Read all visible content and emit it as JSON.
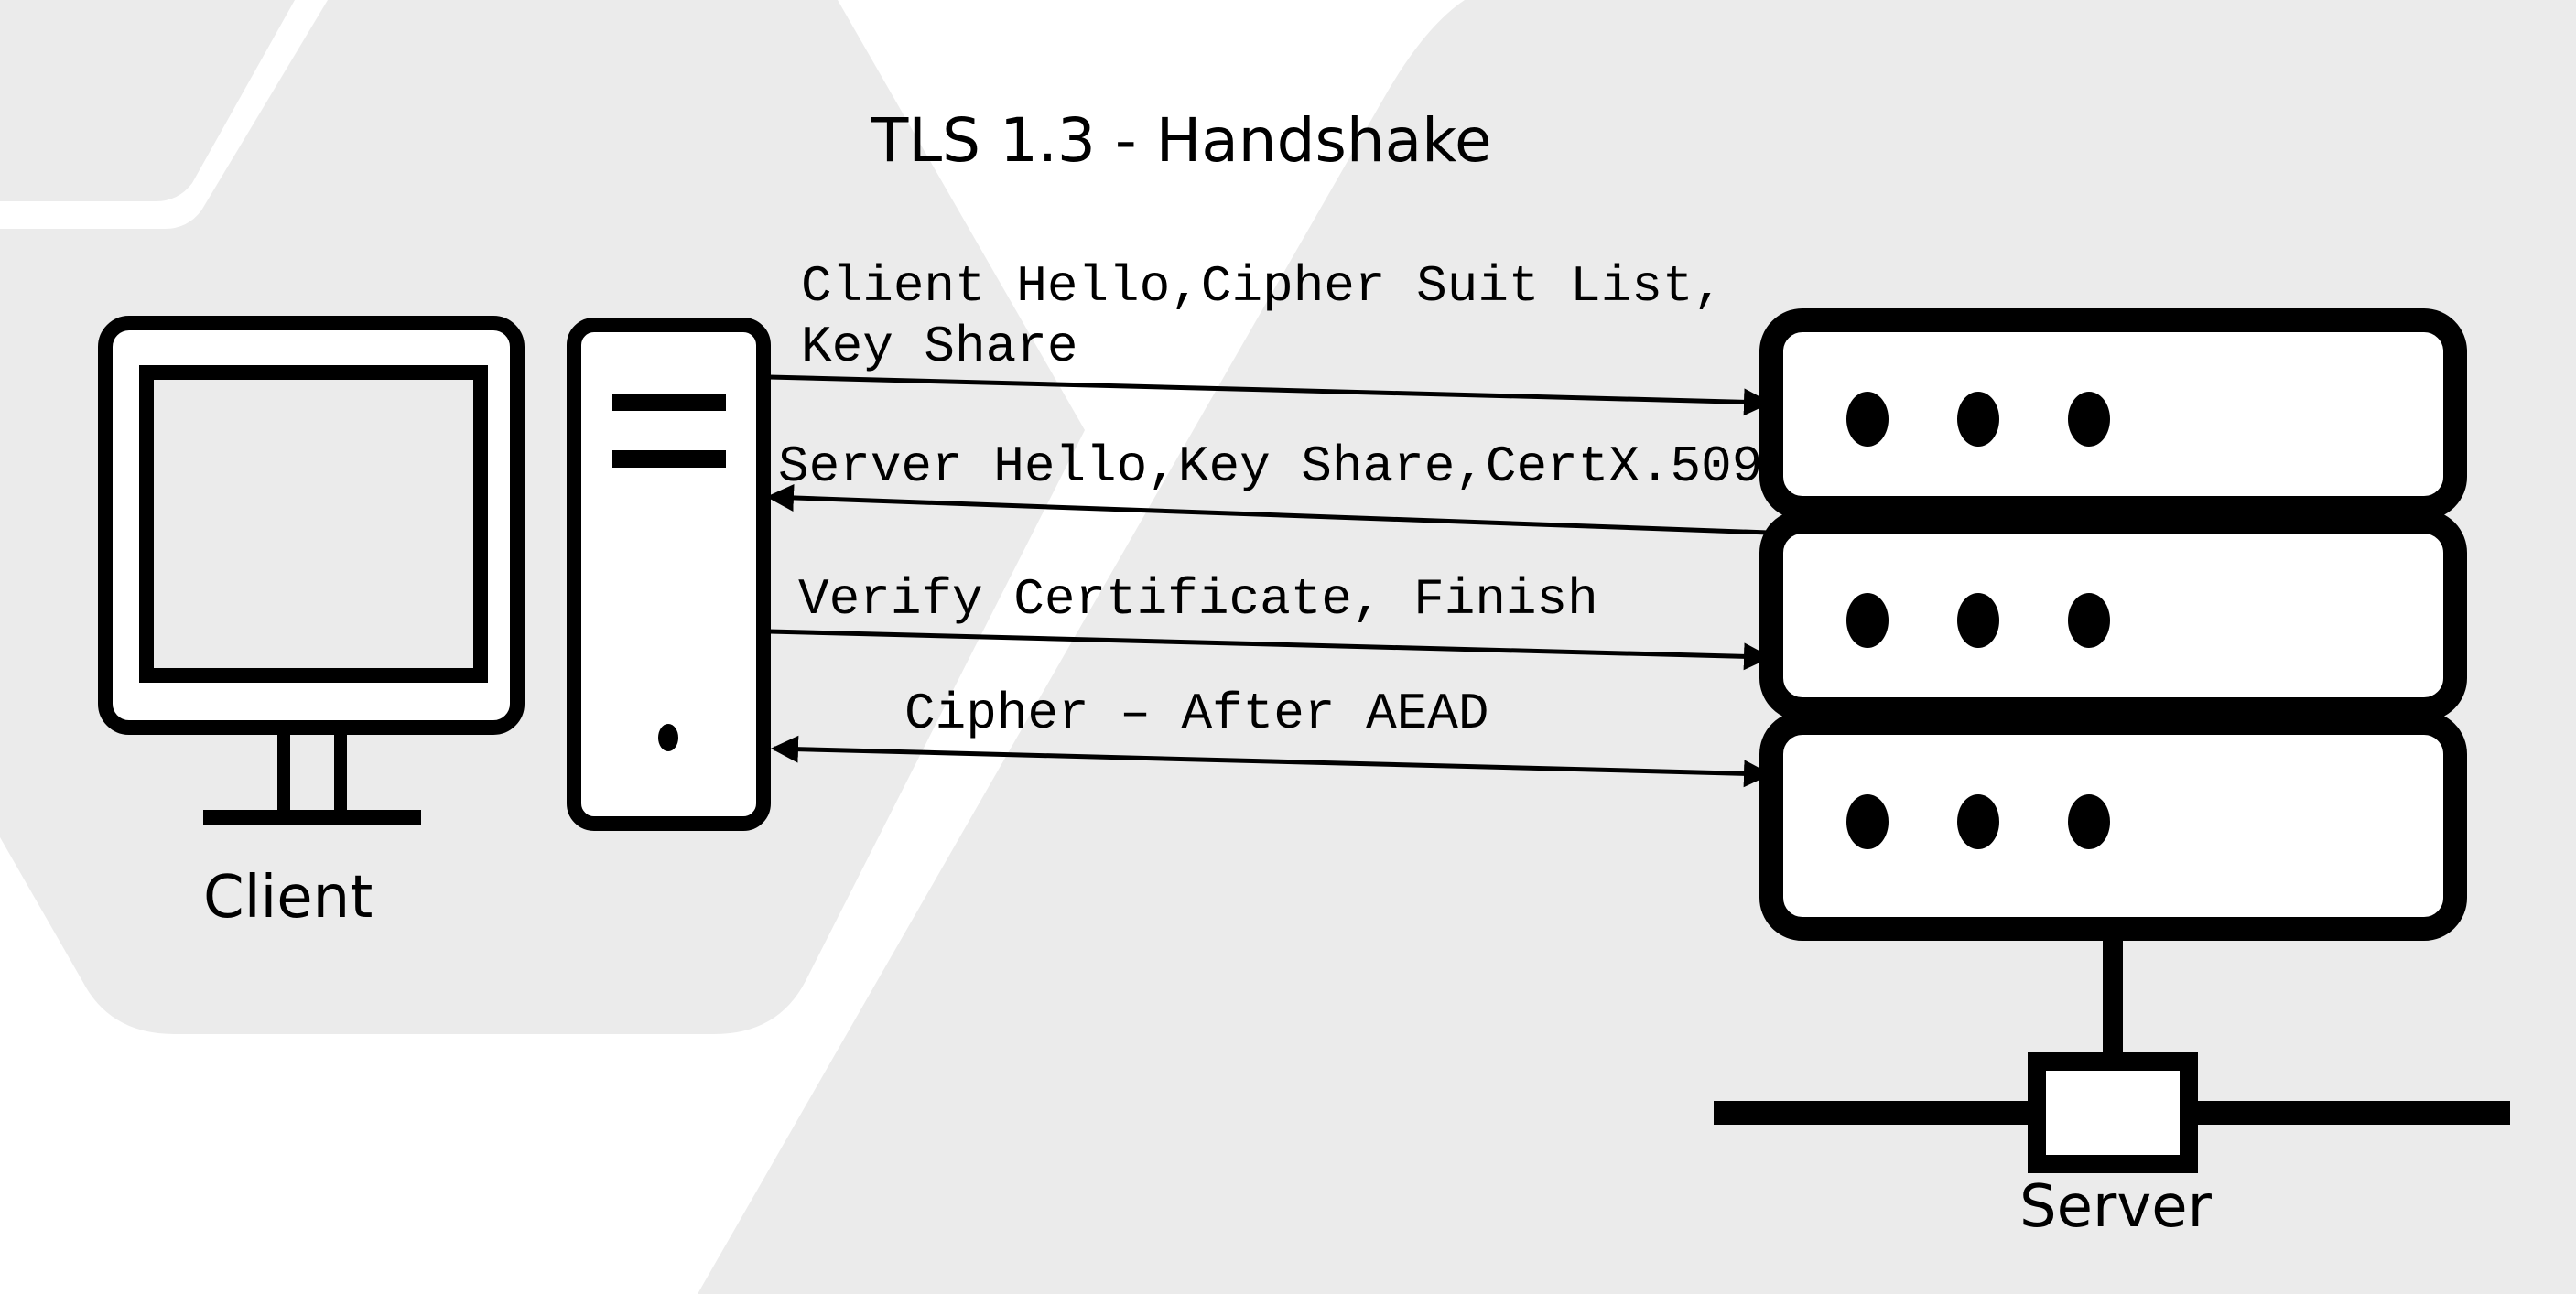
{
  "diagram": {
    "title": "TLS 1.3 - Handshake",
    "client_label": "Client",
    "server_label": "Server",
    "messages": [
      {
        "lines": [
          "Client Hello,Cipher Suit List,",
          "Key Share"
        ],
        "direction": "client-to-server"
      },
      {
        "lines": [
          "Server Hello,Key Share,CertX.509"
        ],
        "direction": "server-to-client"
      },
      {
        "lines": [
          "Verify Certificate, Finish"
        ],
        "direction": "client-to-server"
      },
      {
        "lines": [
          "Cipher – After AEAD"
        ],
        "direction": "bidirectional"
      }
    ]
  },
  "colors": {
    "background": "#ffffff",
    "shape_fill": "#ebebeb",
    "ink": "#000000"
  },
  "icons": [
    "monitor-icon",
    "desktop-tower-icon",
    "server-rack-icon",
    "network-switch-icon"
  ]
}
